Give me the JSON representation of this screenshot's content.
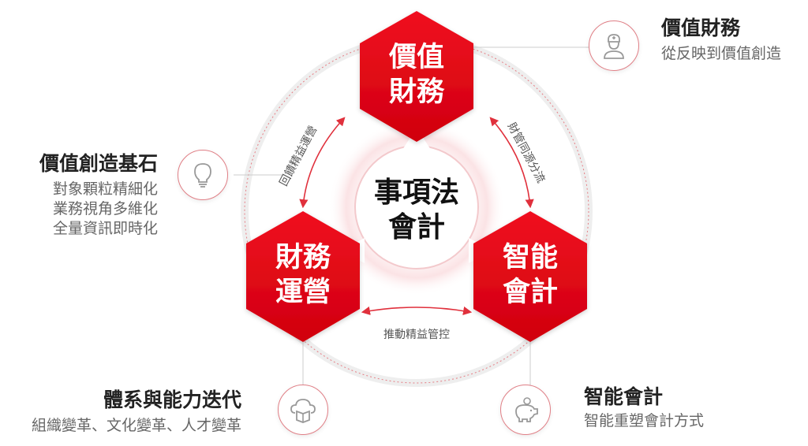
{
  "center": {
    "line1": "事項法",
    "line2": "會計"
  },
  "hexagons": {
    "top": {
      "line1": "價值",
      "line2": "財務"
    },
    "left": {
      "line1": "財務",
      "line2": "運營"
    },
    "right": {
      "line1": "智能",
      "line2": "會計"
    }
  },
  "arrows": {
    "right_label": "財管同源分流",
    "left_label": "回饋精益運營",
    "bottom_label": "推動精益管控"
  },
  "panels": {
    "top_right": {
      "title": "價值財務",
      "lines": [
        "從反映到價值創造"
      ],
      "icon": "doctor-user-icon"
    },
    "left": {
      "title": "價值創造基石",
      "lines": [
        "對象顆粒精細化",
        "業務視角多維化",
        "全量資訊即時化"
      ],
      "icon": "lightbulb-icon"
    },
    "bottom_left": {
      "title": "體系與能力迭代",
      "lines": [
        "組織變革、文化變革、人才變革"
      ],
      "icon": "cloud-book-icon"
    },
    "bottom_right": {
      "title": "智能會計",
      "lines": [
        "智能重塑會計方式"
      ],
      "icon": "piggy-bank-icon"
    }
  },
  "colors": {
    "hex_red": "#e60012",
    "hex_red_dark": "#c8000f",
    "ring": "#f0b8bc",
    "accent": "#e0303c"
  }
}
